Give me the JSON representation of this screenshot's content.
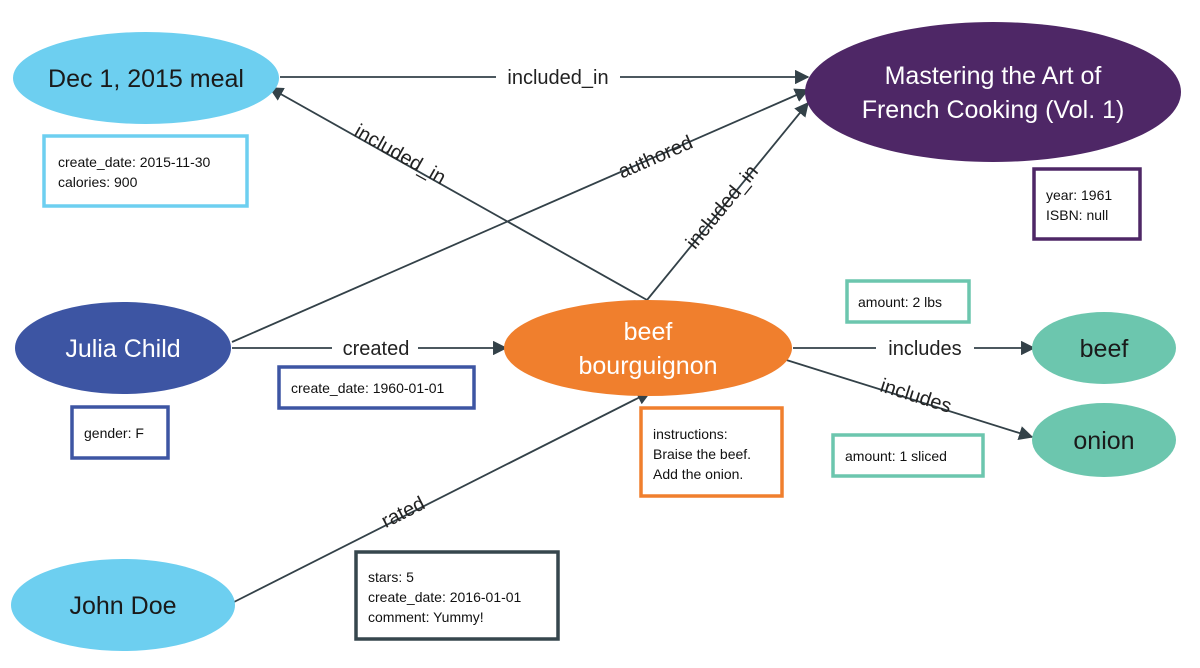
{
  "colors": {
    "person_light": "#6dcff0",
    "person_dark": "#3d55a3",
    "book": "#4e2766",
    "recipe": "#f07f2d",
    "ingredient": "#6cc6ae",
    "edge": "#334148",
    "john_prop_border": "#36464d"
  },
  "nodes": {
    "meal": "Dec 1, 2015 meal",
    "book_line1": "Mastering the Art of",
    "book_line2": "French Cooking (Vol. 1)",
    "julia": "Julia Child",
    "recipe_line1": "beef",
    "recipe_line2": "bourguignon",
    "beef": "beef",
    "onion": "onion",
    "john": "John Doe"
  },
  "edges": {
    "meal_book": "included_in",
    "recipe_meal": "included_in",
    "julia_book": "authored",
    "recipe_book": "included_in",
    "julia_recipe": "created",
    "recipe_beef": "includes",
    "recipe_onion": "includes",
    "john_recipe": "rated"
  },
  "properties": {
    "meal": [
      "create_date: 2015-11-30",
      "calories: 900"
    ],
    "book": [
      "year: 1961",
      "ISBN: null"
    ],
    "beef_amount": [
      "amount: 2 lbs"
    ],
    "created": [
      "create_date: 1960-01-01"
    ],
    "julia": [
      "gender: F"
    ],
    "recipe": [
      "instructions:",
      "Braise the beef.",
      "Add the onion."
    ],
    "onion_amount": [
      "amount: 1 sliced"
    ],
    "rated": [
      "stars: 5",
      "create_date: 2016-01-01",
      "comment: Yummy!"
    ]
  }
}
